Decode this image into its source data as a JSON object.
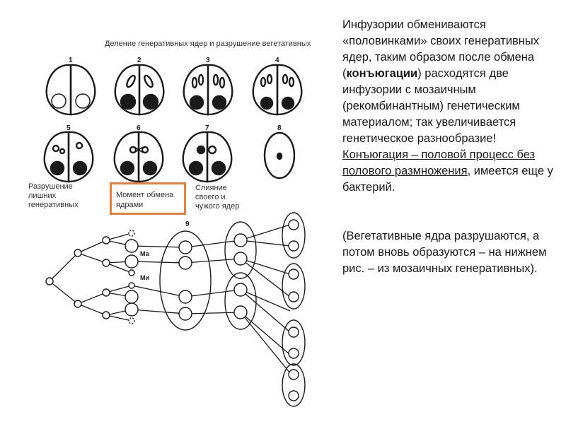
{
  "caption_top": "Деление генеративных ядер и разрушение вегетативных",
  "stage_numbers": [
    "1",
    "2",
    "3",
    "4",
    "5",
    "6",
    "7",
    "8"
  ],
  "labels": {
    "destruction": "Разрушение лишних генеративных",
    "exchange": "Момент обмена ядрами",
    "fusion": "Слияние своего и чужого ядер",
    "scheme_number": "9",
    "ma": "Ма",
    "mi": "Ми"
  },
  "text": {
    "p1_a": "Инфузории обмениваются «половинками» своих генеративных ядер, таким образом после обмена (",
    "p1_bold": "конъюгации",
    "p1_b": ") расходятся две инфузории с мозаичным (рекомбинантным) генетическим материалом; так увеличивается генетическое разнообразие!",
    "p2_underline": "Конъюгация – половой процесс без полового размножения",
    "p2_rest": ", имеется еще у бактерий.",
    "p3": "(Вегетативные ядра разрушаются, а потом вновь образуются – на нижнем рис. – из мозаичных генеративных)."
  },
  "colors": {
    "highlight_box": "#e8803a",
    "ink": "#1a1a1a"
  }
}
